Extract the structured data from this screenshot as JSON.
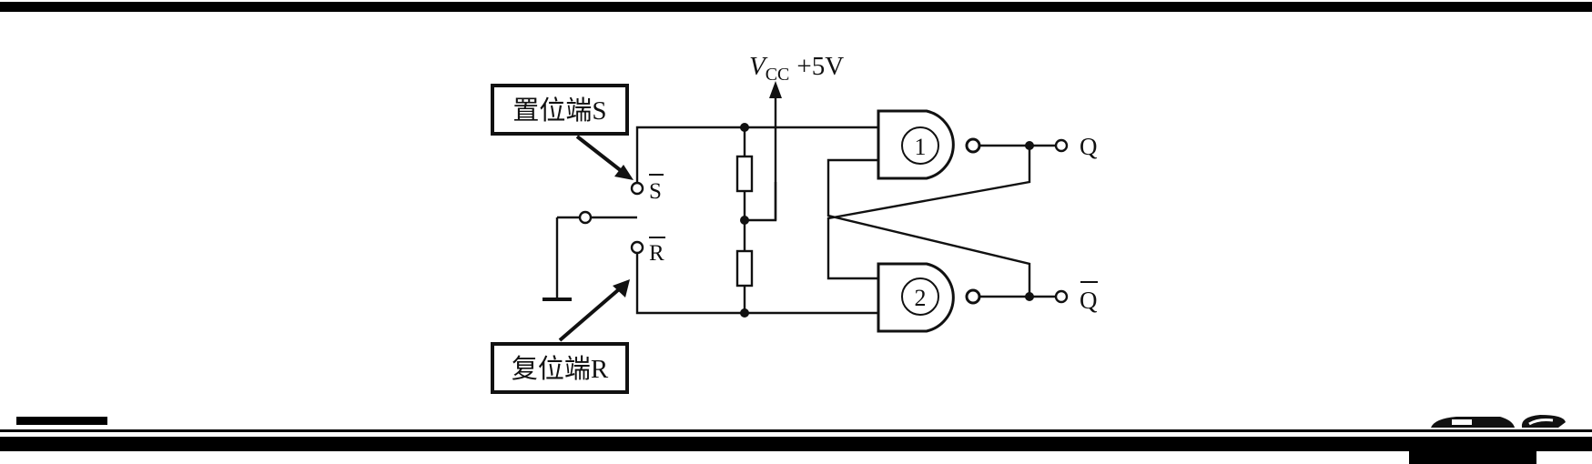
{
  "supply": {
    "symbol": "V",
    "subscript": "CC",
    "value": "+5V"
  },
  "callouts": {
    "set": "置位端S",
    "reset": "复位端R"
  },
  "terminals": {
    "set_bar": "S",
    "reset_bar": "R",
    "q": "Q",
    "q_bar": "Q"
  },
  "gates": [
    {
      "id": "1"
    },
    {
      "id": "2"
    }
  ]
}
